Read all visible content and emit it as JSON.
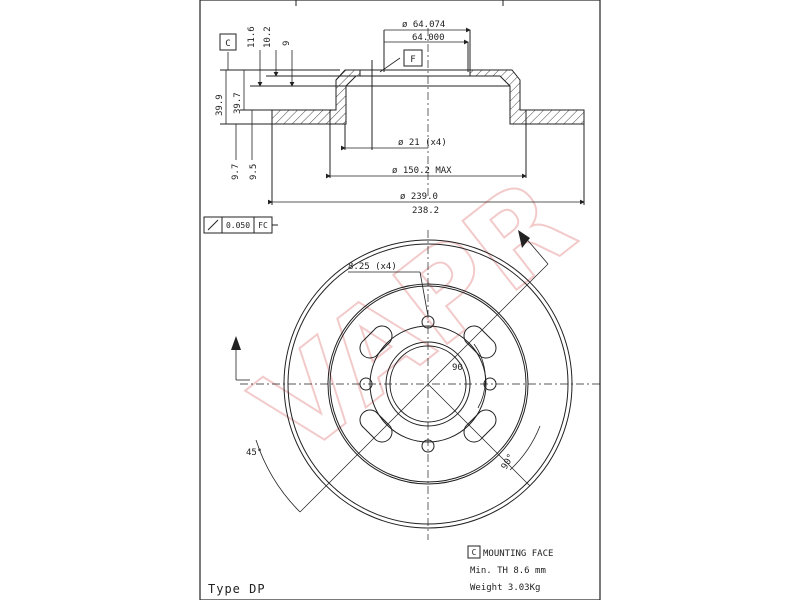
{
  "watermark": "VAPR",
  "top": {
    "ref_c": "C",
    "ref_f": "F",
    "d_outer_hub": "ø 64.074",
    "d_inner_hub": "64.000",
    "h1": "11.6",
    "h2": "10.2",
    "h3": "9",
    "h_total": "39.9",
    "h_total2": "39.7",
    "t1": "9.7",
    "t2": "9.5",
    "d_holes": "ø 21 (x4)",
    "d_max": "ø 150.2 MAX",
    "d_outer": "ø 239.0",
    "d_outer2": "238.2",
    "tol_value": "0.050",
    "tol_ref": "FC"
  },
  "bottom": {
    "bolt_holes": "8.25 (x4)",
    "angle_90_a": "90",
    "angle_90_b": "90°",
    "angle_45": "45°"
  },
  "legend": {
    "c_box": "C",
    "mounting_face": "MOUNTING FACE",
    "min_th": "Min. TH 8.6  mm",
    "weight": "Weight  3.03Kg"
  },
  "type_label": "Type DP"
}
